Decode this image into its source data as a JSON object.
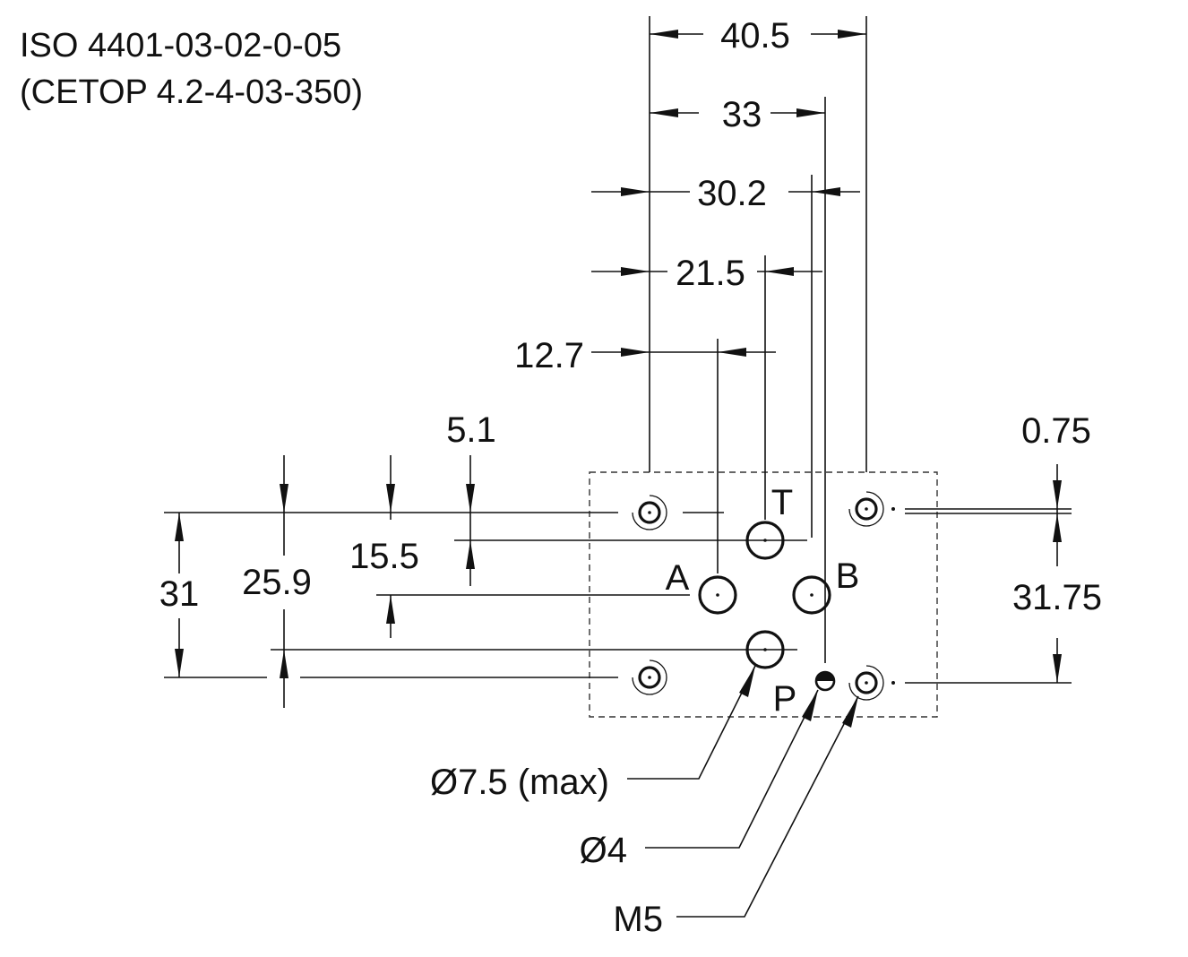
{
  "header": {
    "line1": "ISO 4401-03-02-0-05",
    "line2": "(CETOP 4.2-4-03-350)"
  },
  "dimensions": {
    "d40_5": "40.5",
    "d33": "33",
    "d30_2": "30.2",
    "d21_5": "21.5",
    "d12_7": "12.7",
    "d5_1": "5.1",
    "d15_5": "15.5",
    "d25_9": "25.9",
    "d31": "31",
    "d0_75": "0.75",
    "d31_75": "31.75"
  },
  "ports": {
    "T": "T",
    "A": "A",
    "B": "B",
    "P": "P"
  },
  "callouts": {
    "port_dia": "Ø7.5 (max)",
    "pin_dia": "Ø4",
    "thread": "M5"
  }
}
